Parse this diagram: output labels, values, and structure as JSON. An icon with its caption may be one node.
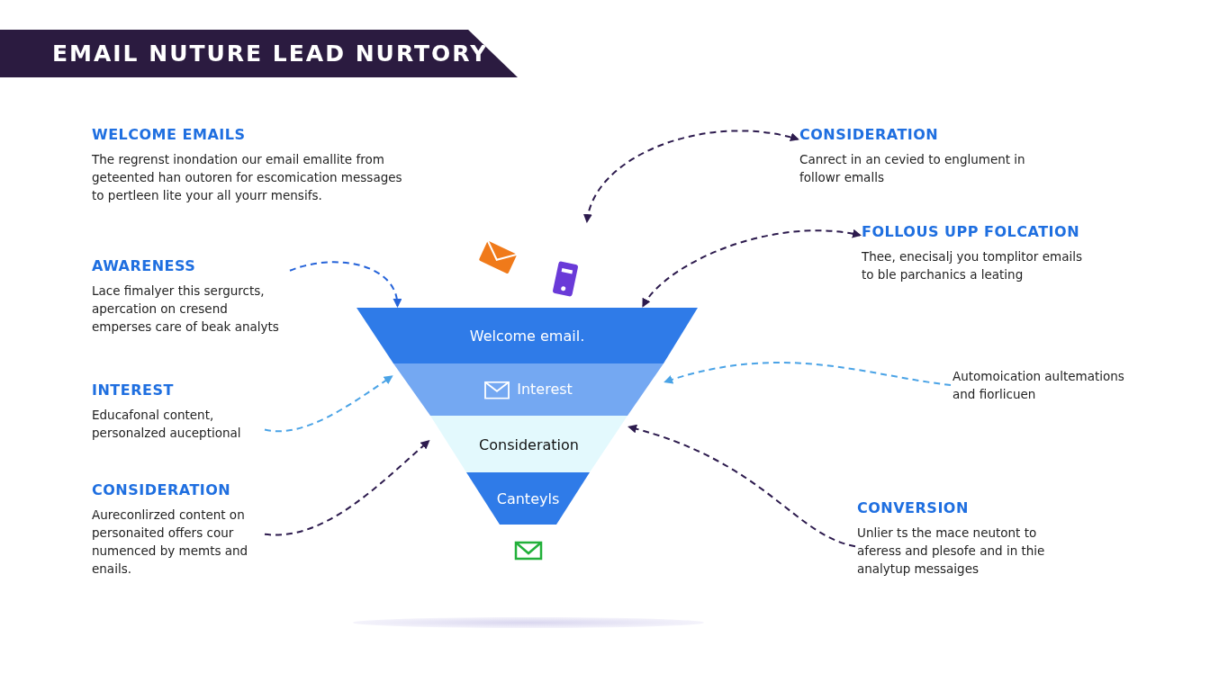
{
  "diagram": {
    "title": "EMAIL NUTURE LEAD NURTORY",
    "nodes": [
      {
        "text": [
          "WELCOME EMAILS",
          "The regrenst inondation our email emallite from geteented han outoren for escomication messages to pertleen lite your all yourr mensifs."
        ]
      },
      {
        "text": [
          "AWARENESS",
          "Lace fimalyer this sergurcts, apercation on cresend emperses care of beak analyts"
        ]
      },
      {
        "text": [
          "INTEREST",
          "Educafonal content, personalzed auceptional"
        ]
      },
      {
        "text": [
          "CONSIDERATION",
          "Aureconlirzed content on personaited offers cour numenced by memts and enails."
        ]
      },
      {
        "text": [
          "CONSIDERATION",
          "Canrect in an cevied to englument in followr emalls"
        ]
      },
      {
        "text": [
          "FOLLOUS UPP FOLCATION",
          "Thee, enecisalj you tomplitor emails to ble parchanics a leating"
        ]
      },
      {
        "text": [
          "Automoication aultemations and fiorlicuen"
        ]
      },
      {
        "text": [
          "CONVERSION",
          "Unlier ts the mace neutont to aferess and plesofe and in thie analytup messaiges"
        ]
      },
      {
        "text": [
          "Welcome email."
        ]
      },
      {
        "text": [
          "Interest"
        ]
      },
      {
        "text": [
          "Consideration"
        ]
      },
      {
        "text": [
          "Canteyls"
        ]
      }
    ],
    "edges": [
      {
        "from": null,
        "to": 4,
        "arrow": "both",
        "style": "dashed"
      },
      {
        "from": 1,
        "to": 8,
        "arrow": "to",
        "style": "dashed",
        "color": "#2563d9"
      },
      {
        "from": 2,
        "to": 9,
        "arrow": "to",
        "style": "dashed",
        "color": "#4aa3e6"
      },
      {
        "from": 3,
        "to": 10,
        "arrow": "to",
        "style": "dashed"
      },
      {
        "from": 8,
        "to": 5,
        "arrow": "both",
        "style": "dashed"
      },
      {
        "from": 6,
        "to": 9,
        "arrow": "to",
        "style": "dashed",
        "color": "#4aa3e6"
      },
      {
        "from": 7,
        "to": 10,
        "arrow": "to",
        "style": "dashed"
      }
    ]
  }
}
